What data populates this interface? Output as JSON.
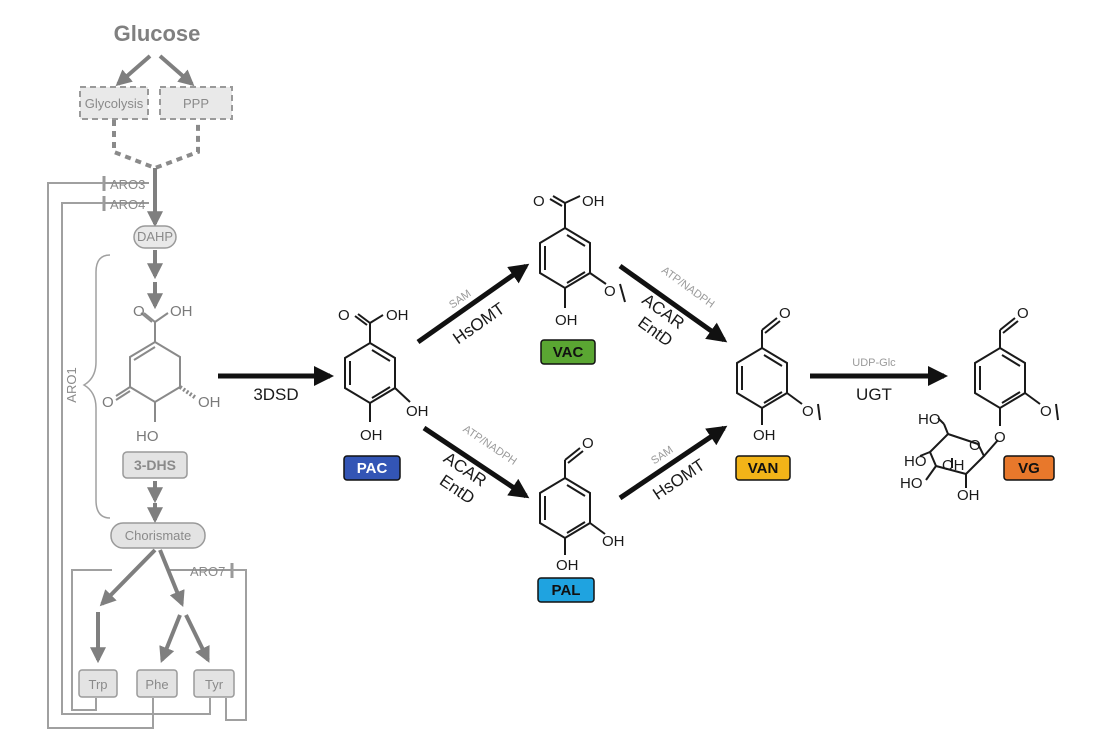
{
  "pathway": {
    "glucose": "Glucose",
    "glycolysis": "Glycolysis",
    "ppp": "PPP",
    "aro3": "ARO3",
    "aro4": "ARO4",
    "dahp": "DAHP",
    "aro1": "ARO1",
    "dhs": "3-DHS",
    "chorismate": "Chorismate",
    "aro7": "ARO7",
    "trp": "Trp",
    "phe": "Phe",
    "tyr": "Tyr"
  },
  "chem_labels": {
    "o": "O",
    "oh": "OH",
    "ho": "HO"
  },
  "enzymes": {
    "dsd": "3DSD",
    "hsomt": "HsOMT",
    "sam": "SAM",
    "acar": "ACAR",
    "entd": "EntD",
    "atp_nadph": "ATP/NADPH",
    "udp_glc": "UDP-Glc",
    "ugt": "UGT"
  },
  "compounds": [
    {
      "id": "pac",
      "label": "PAC",
      "color": "#3355b5",
      "text_color": "#ffffff"
    },
    {
      "id": "vac",
      "label": "VAC",
      "color": "#5aa632",
      "text_color": "#111111"
    },
    {
      "id": "pal",
      "label": "PAL",
      "color": "#1fa3e0",
      "text_color": "#111111"
    },
    {
      "id": "van",
      "label": "VAN",
      "color": "#f2b418",
      "text_color": "#111111"
    },
    {
      "id": "vg",
      "label": "VG",
      "color": "#e8782b",
      "text_color": "#111111"
    }
  ]
}
